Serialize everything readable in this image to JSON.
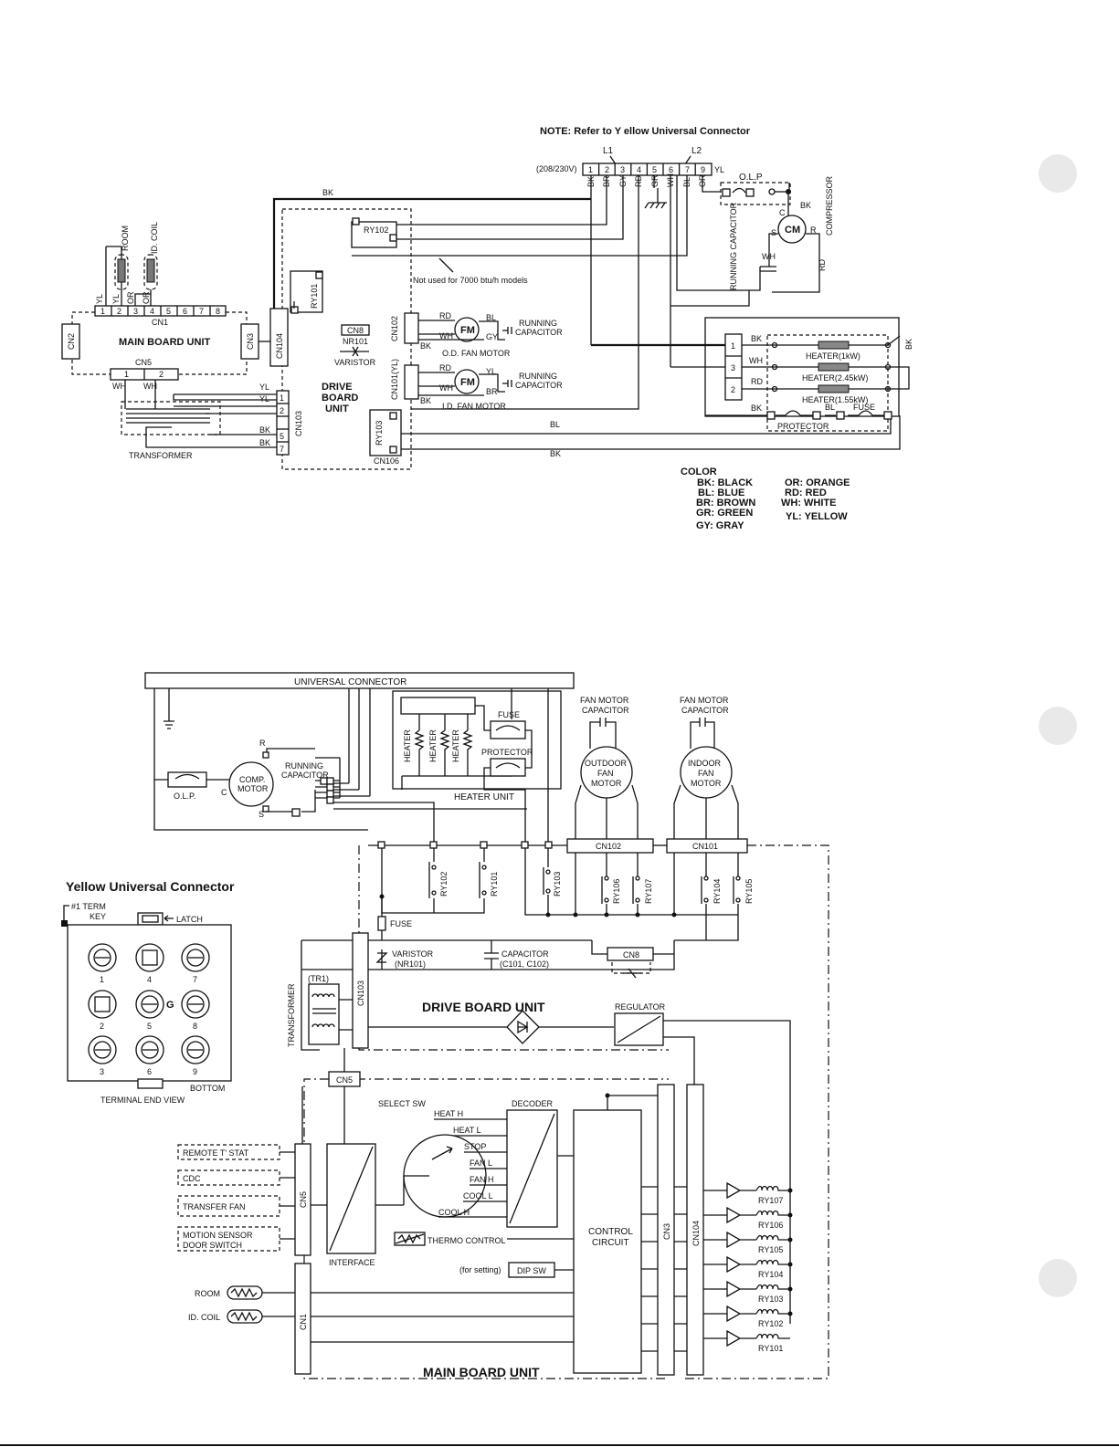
{
  "top": {
    "note": "NOTE: Refer to Y ellow Universal Connector",
    "l1": "L1",
    "l2": "L2",
    "voltage": "(208/230V)",
    "terminals": [
      "1",
      "2",
      "3",
      "4",
      "5",
      "6",
      "7",
      "9"
    ],
    "terminal_yl": "YL",
    "wire_codes": [
      "BK",
      "BR",
      "GY",
      "RD",
      "GR",
      "WH",
      "BL",
      "OR"
    ],
    "bk": "BK",
    "bl": "BL",
    "rd": "RD",
    "wh": "WH",
    "yl": "YL",
    "or": "OR",
    "gy": "GY",
    "br": "BR",
    "olp": "O.L.P",
    "compressor": "COMPRESSOR",
    "cm": "CM",
    "c": "C",
    "s": "S",
    "r": "R",
    "running_capacitor": "RUNNING CAPACITOR",
    "ry102": "RY102",
    "ry101": "RY101",
    "ry103": "RY103",
    "not_used": "Not used for 7000 btu/h models",
    "room": "ROOM",
    "id_coil": "ID. COIL",
    "cn1": "CN1",
    "cn1_pins": [
      "1",
      "2",
      "3",
      "4",
      "5",
      "6",
      "7",
      "8"
    ],
    "cn2": "CN2",
    "cn3": "CN3",
    "cn104": "CN104",
    "main_board_unit": "MAIN BOARD UNIT",
    "cn5": "CN5",
    "cn5_pins": [
      "1",
      "2"
    ],
    "cn8": "CN8",
    "nr101": "NR101",
    "varistor": "VARISTOR",
    "cn102": "CN102",
    "cn101": "CN101(YL)",
    "fm": "FM",
    "od_fan_motor": "O.D. FAN MOTOR",
    "id_fan_motor": "I.D. FAN MOTOR",
    "running_capacitor_short": "RUNNING CAPACITOR",
    "drive_board_unit": "DRIVE BOARD UNIT",
    "cn103": "CN103",
    "cn103_pins": [
      "1",
      "2",
      "5",
      "7"
    ],
    "cn106": "CN106",
    "transformer": "TRANSFORMER",
    "heater_block_pins": [
      "1",
      "3",
      "2"
    ],
    "heater1": "HEATER(1kW)",
    "heater2": "HEATER(2.45kW)",
    "heater3": "HEATER(1.55kW)",
    "protector": "PROTECTOR",
    "fuse": "FUSE"
  },
  "legend": {
    "title": "COLOR",
    "left": [
      "BK:  BLACK",
      "BL:  BLUE",
      "BR:  BROWN",
      "GR:  GREEN",
      "GY:  GRAY"
    ],
    "right": [
      "OR:  ORANGE",
      "RD:  RED",
      "WH:  WHITE",
      "YL:  YELLOW"
    ]
  },
  "bottom": {
    "universal_connector": "UNIVERSAL CONNECTOR",
    "heater": "HEATER",
    "fuse": "FUSE",
    "protector": "PROTECTOR",
    "heater_unit": "HEATER UNIT",
    "fan_motor_capacitor": "FAN MOTOR CAPACITOR",
    "outdoor_fan_motor": "OUTDOOR FAN MOTOR",
    "indoor_fan_motor": "INDOOR FAN MOTOR",
    "olp": "O.L.P.",
    "comp_motor": "COMP. MOTOR",
    "running_capacitor": "RUNNING CAPACITOR",
    "r": "R",
    "c": "C",
    "s": "S",
    "cn102": "CN102",
    "cn101": "CN101",
    "ry102": "RY102",
    "ry101": "RY101",
    "ry103": "RY103",
    "ry106": "RY106",
    "ry107": "RY107",
    "ry104": "RY104",
    "ry105": "RY105",
    "varistor": "VARISTOR",
    "nr101": "(NR101)",
    "capacitor": "CAPACITOR",
    "c101": "(C101, C102)",
    "cn8": "CN8",
    "transformer": "TRANSFORMER",
    "tr1": "(TR1)",
    "cn103": "CN103",
    "drive_board_unit": "DRIVE BOARD UNIT",
    "regulator": "REGULATOR",
    "cn5": "CN5",
    "select_sw": "SELECT SW",
    "decoder": "DECODER",
    "switch_positions": [
      "HEAT H",
      "HEAT L",
      "STOP",
      "FAN L",
      "FAN H",
      "COOL L",
      "COOL H"
    ],
    "inputs": [
      "REMOTE T' STAT",
      "CDC",
      "TRANSFER FAN",
      "MOTION SENSOR",
      "DOOR SWITCH"
    ],
    "interface": "INTERFACE",
    "thermo_control": "THERMO CONTROL",
    "for_setting": "(for setting)",
    "dip_sw": "DIP SW",
    "control_circuit": "CONTROL CIRCUIT",
    "cn3": "CN3",
    "cn104": "CN104",
    "cn1": "CN1",
    "room": "ROOM",
    "id_coil": "ID. COIL",
    "main_board_unit": "MAIN BOARD UNIT",
    "relays": [
      "RY107",
      "RY106",
      "RY105",
      "RY104",
      "RY103",
      "RY102",
      "RY101"
    ]
  },
  "yuc": {
    "title": "Yellow Universal Connector",
    "term_key": "#1 TERM KEY",
    "latch": "LATCH",
    "g": "G",
    "pins": [
      "1",
      "4",
      "7",
      "2",
      "5",
      "8",
      "3",
      "6",
      "9"
    ],
    "bottom": "BOTTOM",
    "terminal_end_view": "TERMINAL END VIEW"
  }
}
